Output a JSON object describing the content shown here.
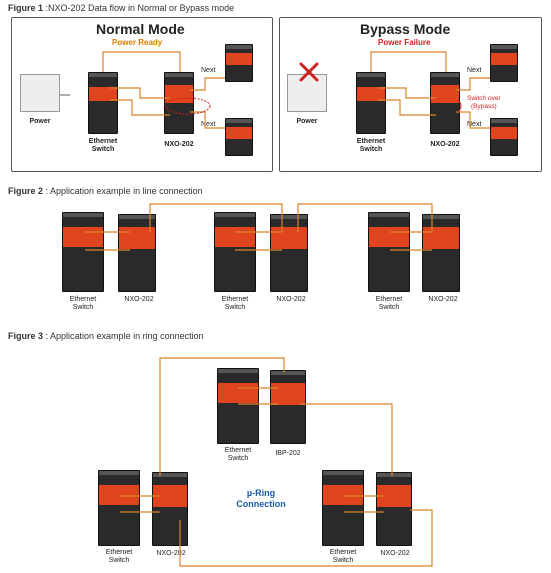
{
  "figure1": {
    "caption_label": "Figure 1",
    "caption_text": " :NXO-202 Data flow in Normal or Bypass mode",
    "normal": {
      "title": "Normal Mode",
      "subtitle": "Power Ready",
      "power": "Power",
      "switch": "Ethernet\nSwitch",
      "device": "NXO-202",
      "next_top": "Next",
      "next_bottom": "Next"
    },
    "bypass": {
      "title": "Bypass Mode",
      "subtitle": "Power Failure",
      "power": "Power",
      "switch": "Ethernet\nSwitch",
      "device": "NXO-202",
      "next_top": "Next",
      "next_bottom": "Next",
      "switch_over": "Switch over\n(Bypass)"
    }
  },
  "figure2": {
    "caption_label": "Figure 2",
    "caption_text": " : Application example in line connection",
    "groups": [
      {
        "switch": "Ethernet\nSwitch",
        "device": "NXO-202"
      },
      {
        "switch": "Ethernet\nSwitch",
        "device": "NXO-202"
      },
      {
        "switch": "Ethernet\nSwitch",
        "device": "NXO-202"
      }
    ]
  },
  "figure3": {
    "caption_label": "Figure 3",
    "caption_text": " : Application example in ring connection",
    "top": {
      "switch": "Ethernet\nSwitch",
      "device": "IBP-202"
    },
    "left": {
      "switch": "Ethernet\nSwitch",
      "device": "NXO-202"
    },
    "right": {
      "switch": "Ethernet\nSwitch",
      "device": "NXO-202"
    },
    "ring_label": "µ-Ring\nConnection"
  },
  "colors": {
    "accent_orange": "#e0451f",
    "link_orange": "#d7842a",
    "power_ready": "#e07b00",
    "power_failure": "#d21f1f",
    "ring_blue": "#1b5aa6",
    "fail_cross": "#d21f1f"
  }
}
